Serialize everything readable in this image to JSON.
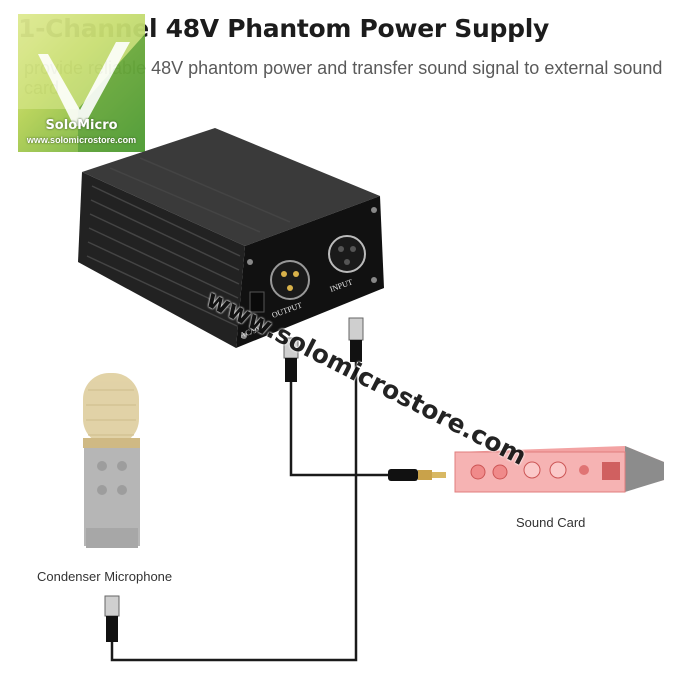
{
  "header": {
    "title": "1-Channel 48V Phantom Power Supply",
    "subtitle": "provide reliable 48V phantom power and transfer sound signal to external sound card"
  },
  "logo": {
    "brand": "SoloMicro",
    "url": "www.solomicrostore.com"
  },
  "device": {
    "output_label": "OUTPUT",
    "input_label": "INPUT",
    "power_label": "AC/9V"
  },
  "labels": {
    "sound_card": "Sound Card",
    "microphone": "Condenser Microphone"
  },
  "watermark": "www.solomicrostore.com",
  "colors": {
    "cable": "#1a1a1a",
    "device_body": "#2a2a2a",
    "sound_card": "#f3a3a3",
    "mic_head": "#d8c48a",
    "logo_green": "#59a63a"
  }
}
